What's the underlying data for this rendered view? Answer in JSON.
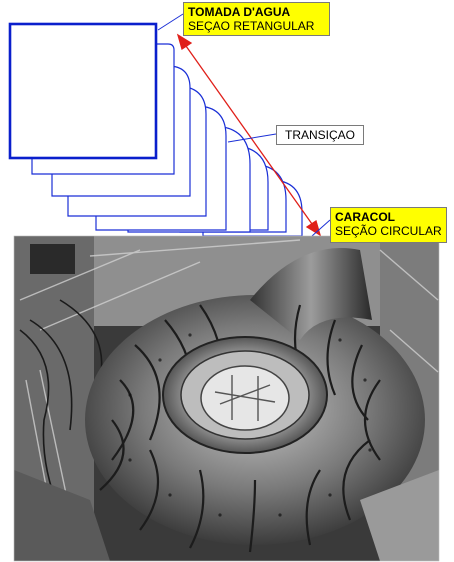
{
  "callouts": {
    "intake": {
      "line1": "TOMADA D'AGUA",
      "line2": "SEÇAO RETANGULAR",
      "bg": "#ffff00"
    },
    "spiral": {
      "line1": "CARACOL",
      "line2": "SEÇÃO CIRCULAR",
      "bg": "#ffff00"
    },
    "transition": {
      "text": "TRANSIÇAO"
    }
  },
  "colors": {
    "section_outline": "#1a2fd6",
    "intake_outline": "#0a1fcc",
    "arrow": "#e0201a",
    "photo": "grayscale"
  },
  "photo": {
    "subject": "spiral-casing-photo"
  }
}
